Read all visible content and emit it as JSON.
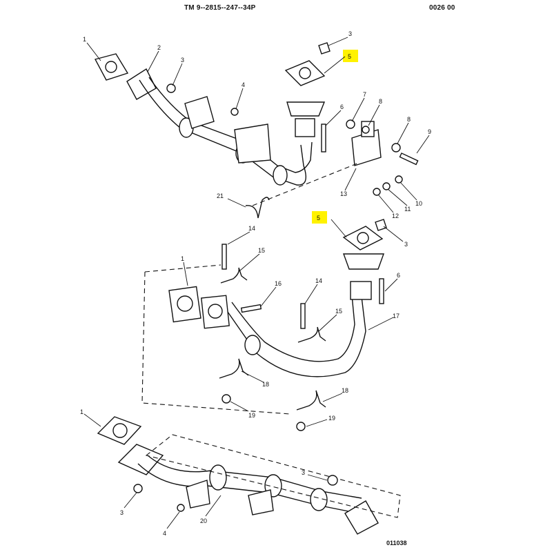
{
  "header": {
    "doc_number": "TM 9--2815--247--34P",
    "page_ref": "0026 00"
  },
  "figure_id": "011038",
  "highlight_color": "#FFF200",
  "callouts": {
    "c1a": "1",
    "c2": "2",
    "c3a": "3",
    "c3b": "3",
    "c4a": "4",
    "c5a": "5",
    "c6a": "6",
    "c7": "7",
    "c8a": "8",
    "c8b": "8",
    "c9": "9",
    "c10": "10",
    "c11": "11",
    "c12": "12",
    "c13": "13",
    "c21": "21",
    "c5b": "5",
    "c3c": "3",
    "c14a": "14",
    "c15a": "15",
    "c1b": "1",
    "c16": "16",
    "c14b": "14",
    "c6b": "6",
    "c15b": "15",
    "c17": "17",
    "c18a": "18",
    "c18b": "18",
    "c19a": "19",
    "c19b": "19",
    "c1c": "1",
    "c3d": "3",
    "c3e": "3",
    "c4b": "4",
    "c20": "20"
  }
}
